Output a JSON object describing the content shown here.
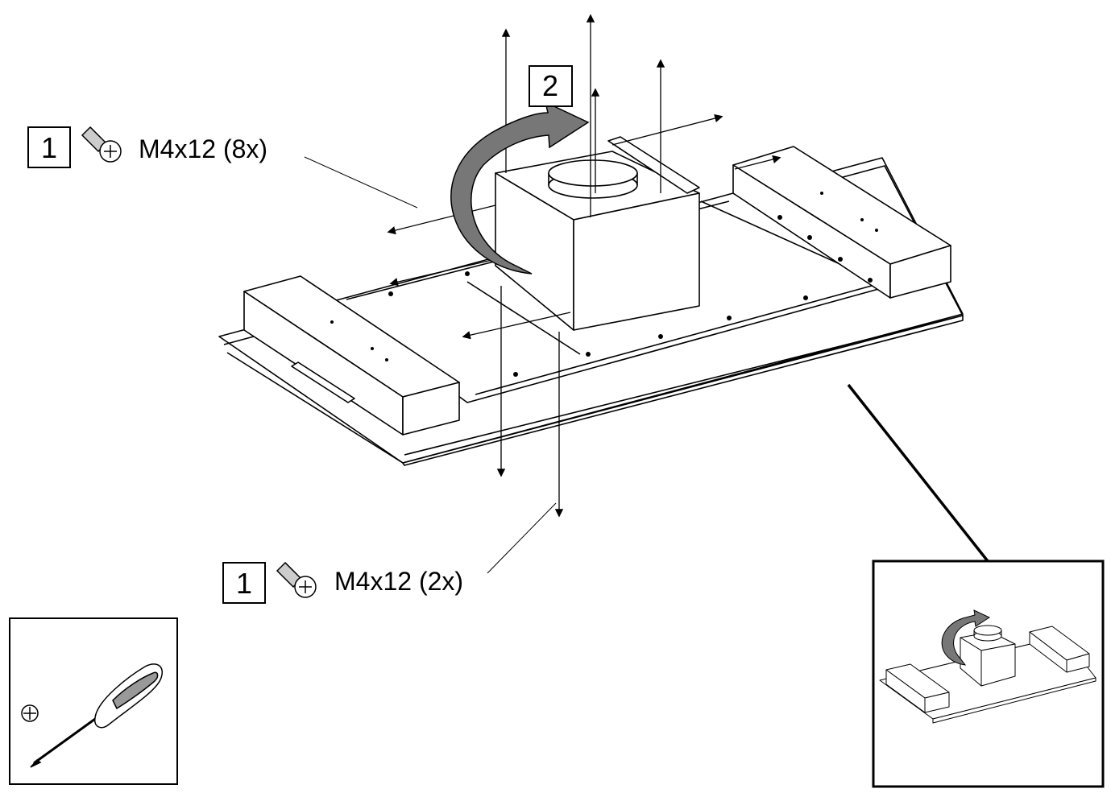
{
  "callouts": {
    "screws_top": {
      "step": "1",
      "text": "M4x12 (8x)"
    },
    "screws_bottom": {
      "step": "1",
      "text": "M4x12 (2x)"
    },
    "rotate_step": {
      "step": "2"
    }
  },
  "icons": [
    "screw-icon",
    "screwdriver-icon",
    "phillips-head-icon",
    "curved-arrow-icon"
  ],
  "colors": {
    "ink": "#000000",
    "paper": "#ffffff"
  }
}
